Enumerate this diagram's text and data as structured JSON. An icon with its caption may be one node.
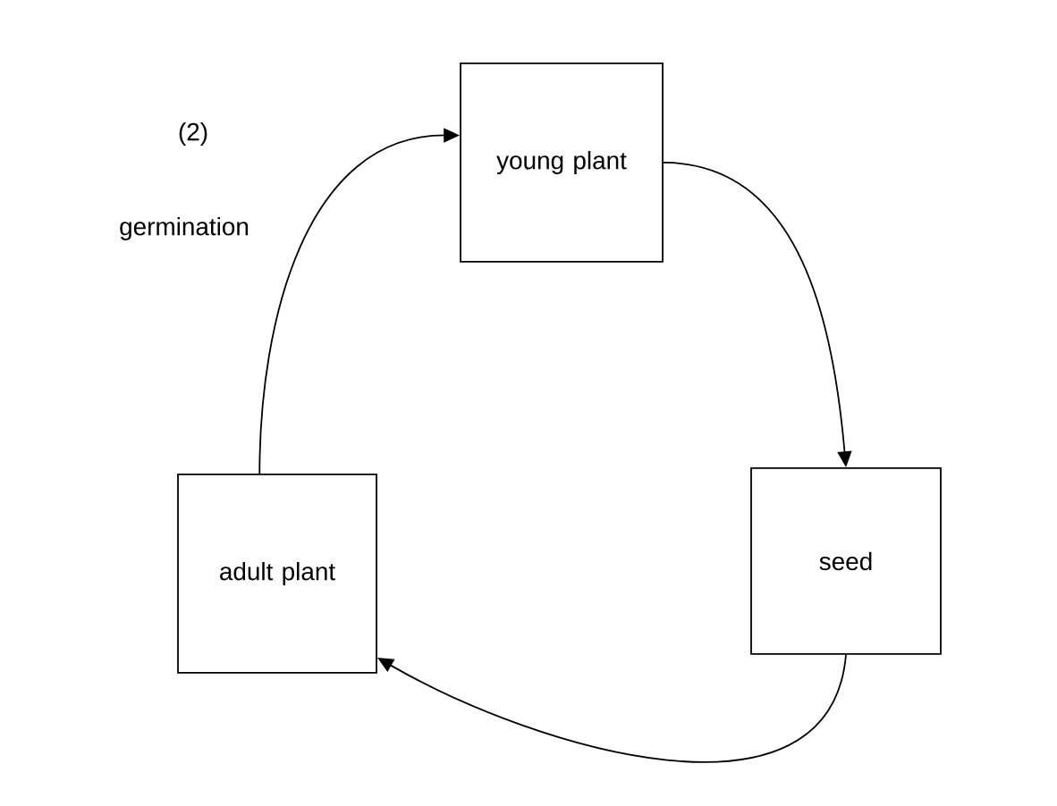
{
  "diagram": {
    "nodes": [
      {
        "text": [
          "young plant"
        ]
      },
      {
        "text": [
          "seed"
        ]
      },
      {
        "text": [
          "adult plant"
        ]
      }
    ],
    "edges": [
      {
        "from": 0,
        "to": 1,
        "arrow": "to"
      },
      {
        "from": 1,
        "to": 2,
        "arrow": "to"
      },
      {
        "from": 2,
        "to": 0,
        "arrow": "to",
        "label": "germination"
      }
    ],
    "labels": [
      "(2)"
    ]
  }
}
